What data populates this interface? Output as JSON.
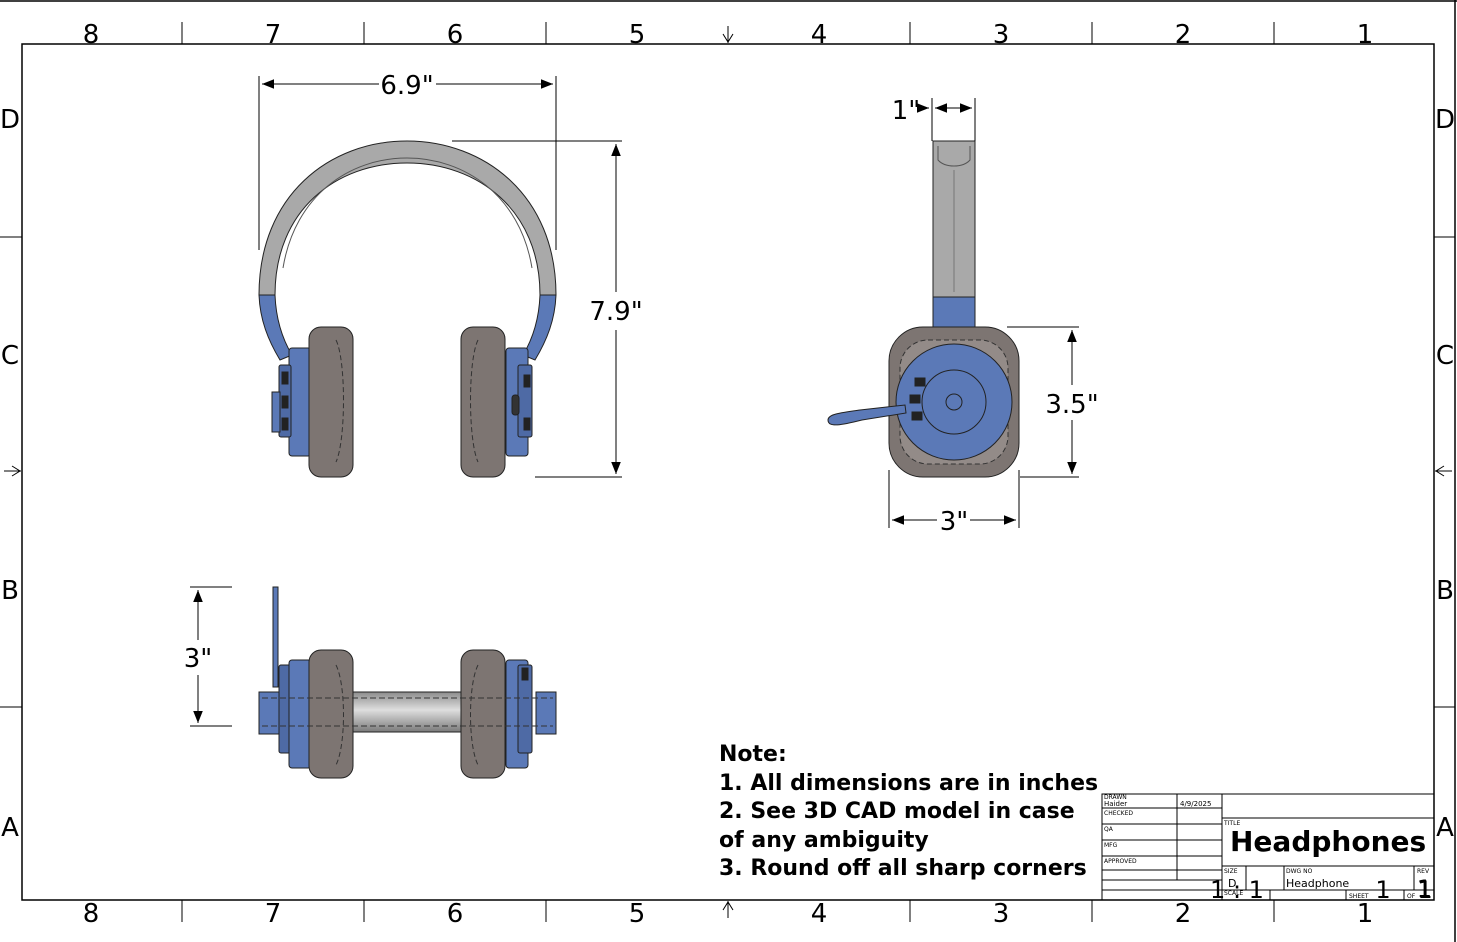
{
  "zones": {
    "columns": [
      "8",
      "7",
      "6",
      "5",
      "4",
      "3",
      "2",
      "1"
    ],
    "rows": [
      "D",
      "C",
      "B",
      "A"
    ]
  },
  "dimensions": {
    "front_width": "6.9\"",
    "front_height": "7.9\"",
    "side_depth": "1\"",
    "side_cup_height": "3.5\"",
    "side_cup_width": "3\"",
    "top_depth": "3\""
  },
  "notes": {
    "heading": "Note:",
    "items": [
      "1. All dimensions are in inches",
      "2. See 3D CAD model in case of any ambiguity",
      "3. Round off all sharp corners"
    ]
  },
  "title_block": {
    "drawn_label": "DRAWN",
    "drawn_by": "Haider",
    "drawn_date": "4/9/2025",
    "checked_label": "CHECKED",
    "qa_label": "QA",
    "mfg_label": "MFG",
    "approved_label": "APPROVED",
    "title_label": "TITLE",
    "title": "Headphones",
    "size_label": "SIZE",
    "size": "D",
    "dwg_no_label": "DWG NO",
    "dwg_no": "Headphone",
    "rev_label": "REV",
    "rev": "1",
    "scale_label": "SCALE",
    "scale": "1 : 1",
    "sheet_label": "SHEET",
    "sheet": "1",
    "of_label": "OF",
    "of": "1"
  },
  "colors": {
    "headband": "#a9a9a9",
    "cup_blue": "#5b79b7",
    "cushion": "#7d7572",
    "line": "#000000"
  }
}
